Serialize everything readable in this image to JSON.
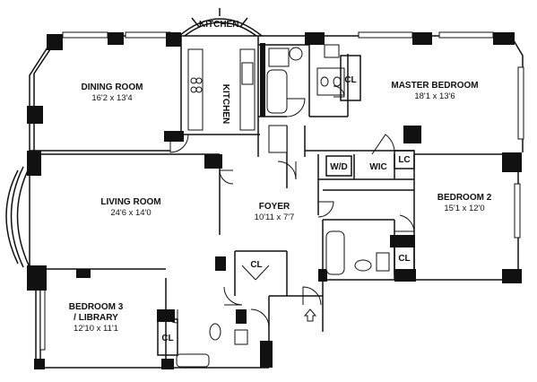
{
  "rooms": {
    "kitchen_top": "KITCHEN",
    "kitchen_side": "KITCHEN",
    "dining": {
      "name": "DINING ROOM",
      "size": "16'2 x 13'4"
    },
    "living": {
      "name": "LIVING ROOM",
      "size": "24'6 x 14'0"
    },
    "foyer": {
      "name": "FOYER",
      "size": "10'11 x 7'7"
    },
    "master": {
      "name": "MASTER BEDROOM",
      "size": "18'1 x 13'6"
    },
    "bedroom2": {
      "name": "BEDROOM 2",
      "size": "15'1 x 12'0"
    },
    "bedroom3": {
      "name_line1": "BEDROOM 3",
      "name_line2": "/ LIBRARY",
      "size": "12'10 x 11'1"
    }
  },
  "closets": {
    "master_cl": "CL",
    "wd": "W/D",
    "wic": "WIC",
    "lc": "LC",
    "bed2_cl": "CL",
    "foyer_cl": "CL",
    "bed3_cl": "CL"
  }
}
